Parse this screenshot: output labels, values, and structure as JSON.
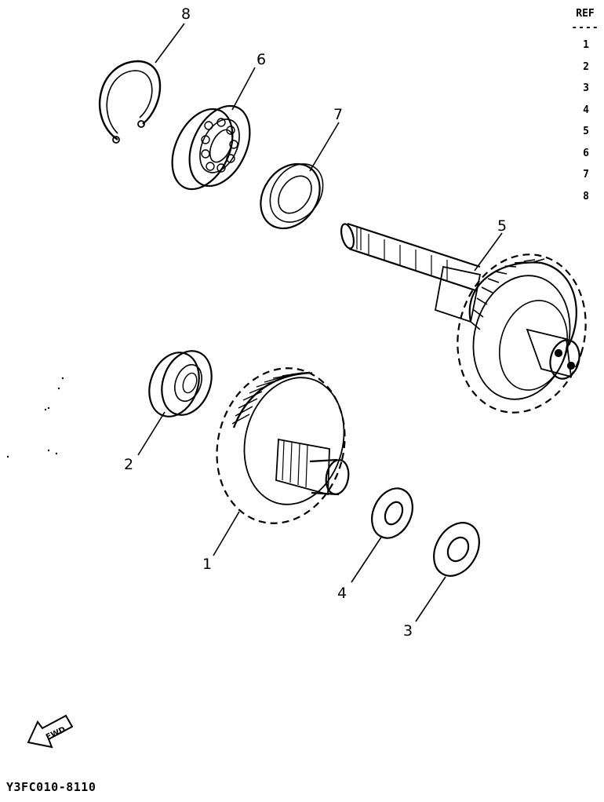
{
  "callouts": {
    "c1": "1",
    "c2": "2",
    "c3": "3",
    "c4": "4",
    "c5": "5",
    "c6": "6",
    "c7": "7",
    "c8": "8"
  },
  "ref_table": {
    "header": "REF",
    "divider": "----",
    "items": [
      "1",
      "2",
      "3",
      "4",
      "5",
      "6",
      "7",
      "8"
    ]
  },
  "fwd_label": "FWD",
  "diagram_code": "Y3FC010-8110"
}
